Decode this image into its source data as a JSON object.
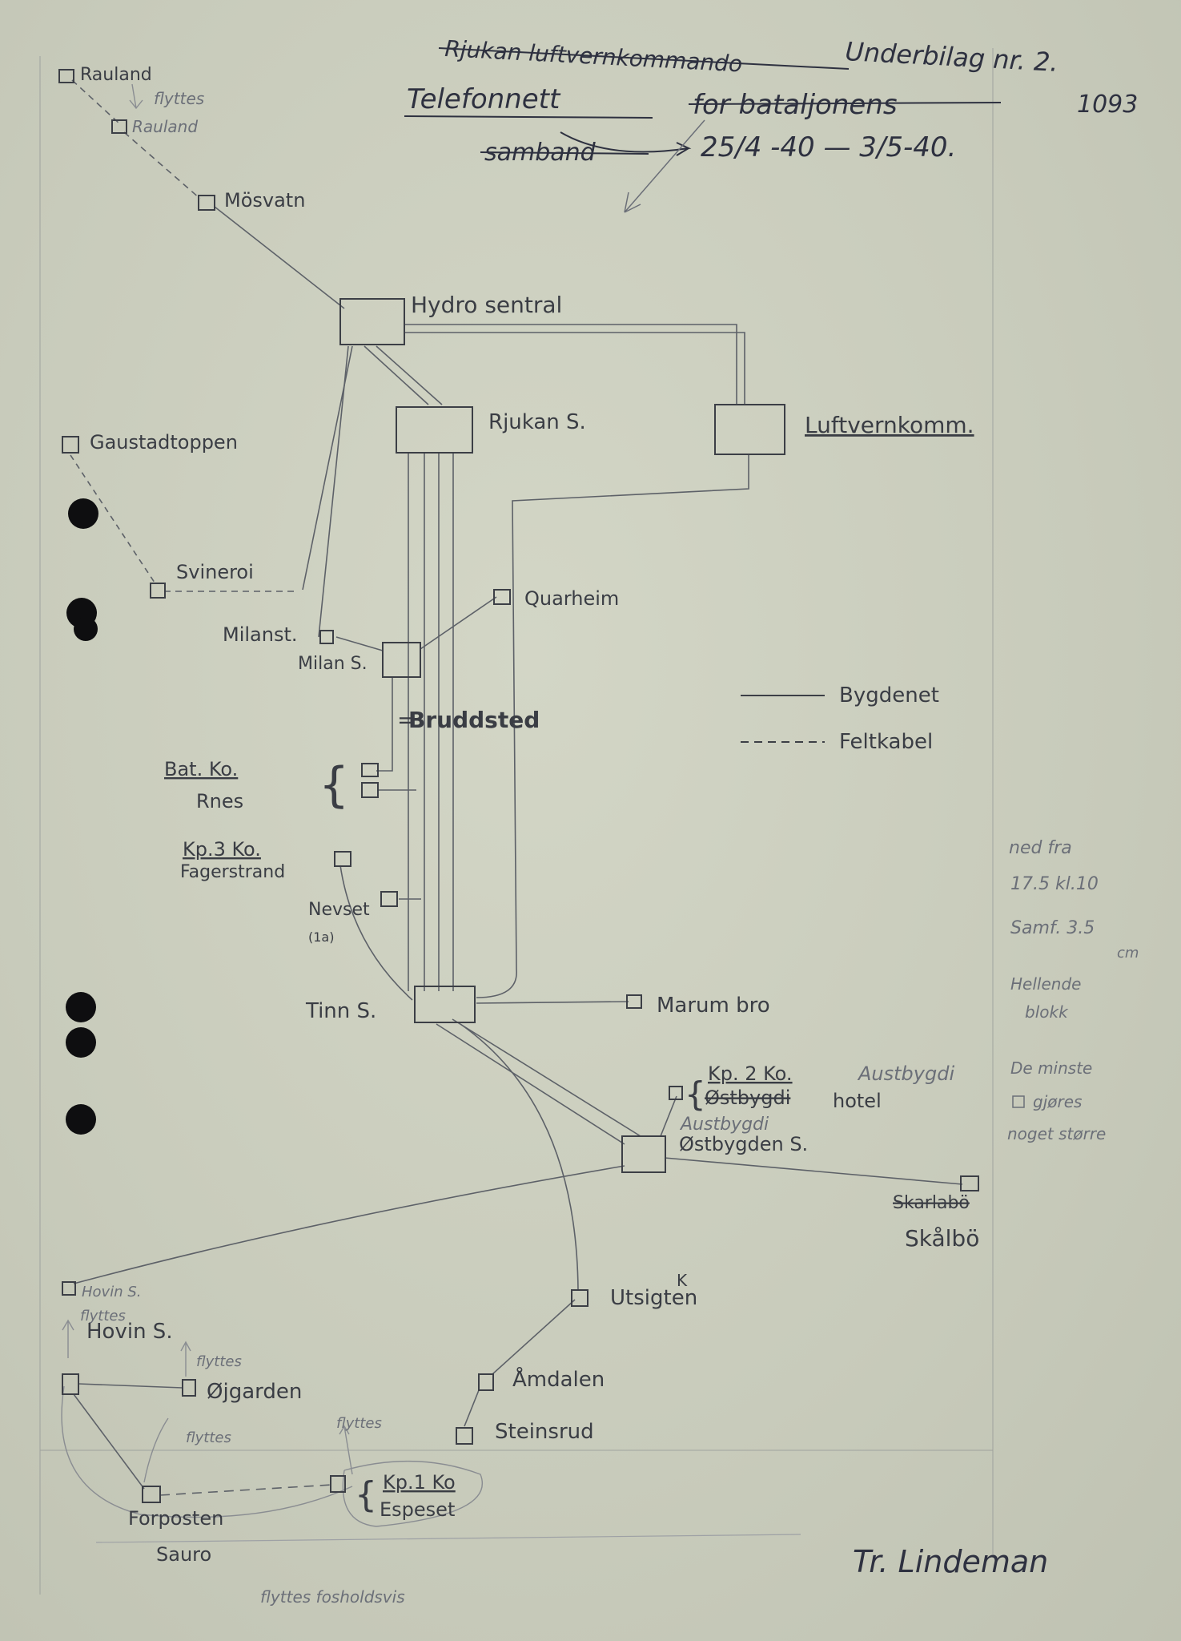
{
  "header": {
    "line1_struck": "Rjukan luftvernkommando",
    "line1": "Underbilag nr. 2.",
    "line2": "Telefonnett",
    "line2_struck": "for bataljonens",
    "line3_struck": "samband",
    "dates": "25/4 -40 — 3/5-40.",
    "page_number": "1093"
  },
  "nodes": {
    "rauland": "Rauland",
    "rauland_note": "flyttes",
    "rauland_new": "Rauland",
    "mosvatn": "Mösvatn",
    "hydro": "Hydro sentral",
    "rjukan": "Rjukan S.",
    "luftvern": "Luftvernkomm.",
    "gausta": "Gaustadtoppen",
    "svineroi": "Svineroi",
    "quarheim": "Quarheim",
    "milanst": "Milanst.",
    "milan_s": "Milan S.",
    "bruddsted": "Bruddsted",
    "bat_ko": "Bat. Ko.",
    "rnes": "Rnes",
    "kp3_ko": "Kp.3 Ko.",
    "fagerstrand": "Fagerstrand",
    "nevset": "Nevset",
    "nevset_note": "(1a)",
    "tinn": "Tinn S.",
    "marum": "Marum bro",
    "kp2_ko": "Kp. 2 Ko.",
    "kp2_new": "Austbygdi",
    "kp2_old": "Østbygdi",
    "kp2_hotel": "hotel",
    "ostbygden_new": "Austbygdi",
    "ostbygden": "Østbygden S.",
    "skarlabo": "Skarlabö",
    "skalbo": "Skålbö",
    "utsigten": "Utsigten",
    "utsigten_k": "K",
    "hovin_old": "Hovin S.",
    "hovin_note": "flyttes",
    "hovin": "Hovin S.",
    "ojgarden": "Øjgarden",
    "ojgarden_note": "flyttes",
    "amdalen": "Åmdalen",
    "steinsrud": "Steinsrud",
    "flyttes_a": "flyttes",
    "flyttes_b": "flyttes",
    "kp1_ko": "Kp.1 Ko",
    "espeset": "Espeset",
    "forposten": "Forposten",
    "sauro": "Sauro",
    "footer_note": "flyttes fosholdsvis"
  },
  "legend": {
    "solid": "Bygdenet",
    "dashed": "Feltkabel"
  },
  "margin_notes": {
    "line1": "ned fra",
    "line2": "17.5 kl.10",
    "line3": "Samf. 3.5",
    "line4": "cm",
    "line5": "Hellende",
    "line6": "blokk",
    "line7": "De minste",
    "line8": "gjøres",
    "line9": "noget større"
  },
  "signature": "Tr. Lindeman"
}
